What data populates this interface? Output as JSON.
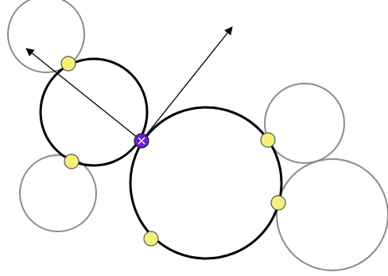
{
  "colors": {
    "background": "#ffffff",
    "primary_circle_stroke": "#000000",
    "secondary_circle_stroke": "#8c8c8c",
    "tangent_point_fill": "#f5f07a",
    "tangent_point_stroke": "#555555",
    "contact_point_fill": "#6a1fd6",
    "contact_point_stroke": "#222222",
    "arrow_stroke": "#000000"
  },
  "primary_circles": [
    {
      "id": "small"
    },
    {
      "id": "large"
    }
  ],
  "secondary_circles": [
    {
      "id": "upper-left"
    },
    {
      "id": "lower-left"
    },
    {
      "id": "right-upper"
    },
    {
      "id": "right-lower"
    }
  ],
  "tangent_points": [
    {
      "id": "upper-left"
    },
    {
      "id": "lower-left"
    },
    {
      "id": "right-upper"
    },
    {
      "id": "right-lower"
    },
    {
      "id": "bottom"
    }
  ],
  "contact_point": {
    "id": "center",
    "mark": "x"
  },
  "arrows": [
    {
      "id": "left-arrow"
    },
    {
      "id": "right-arrow"
    }
  ]
}
